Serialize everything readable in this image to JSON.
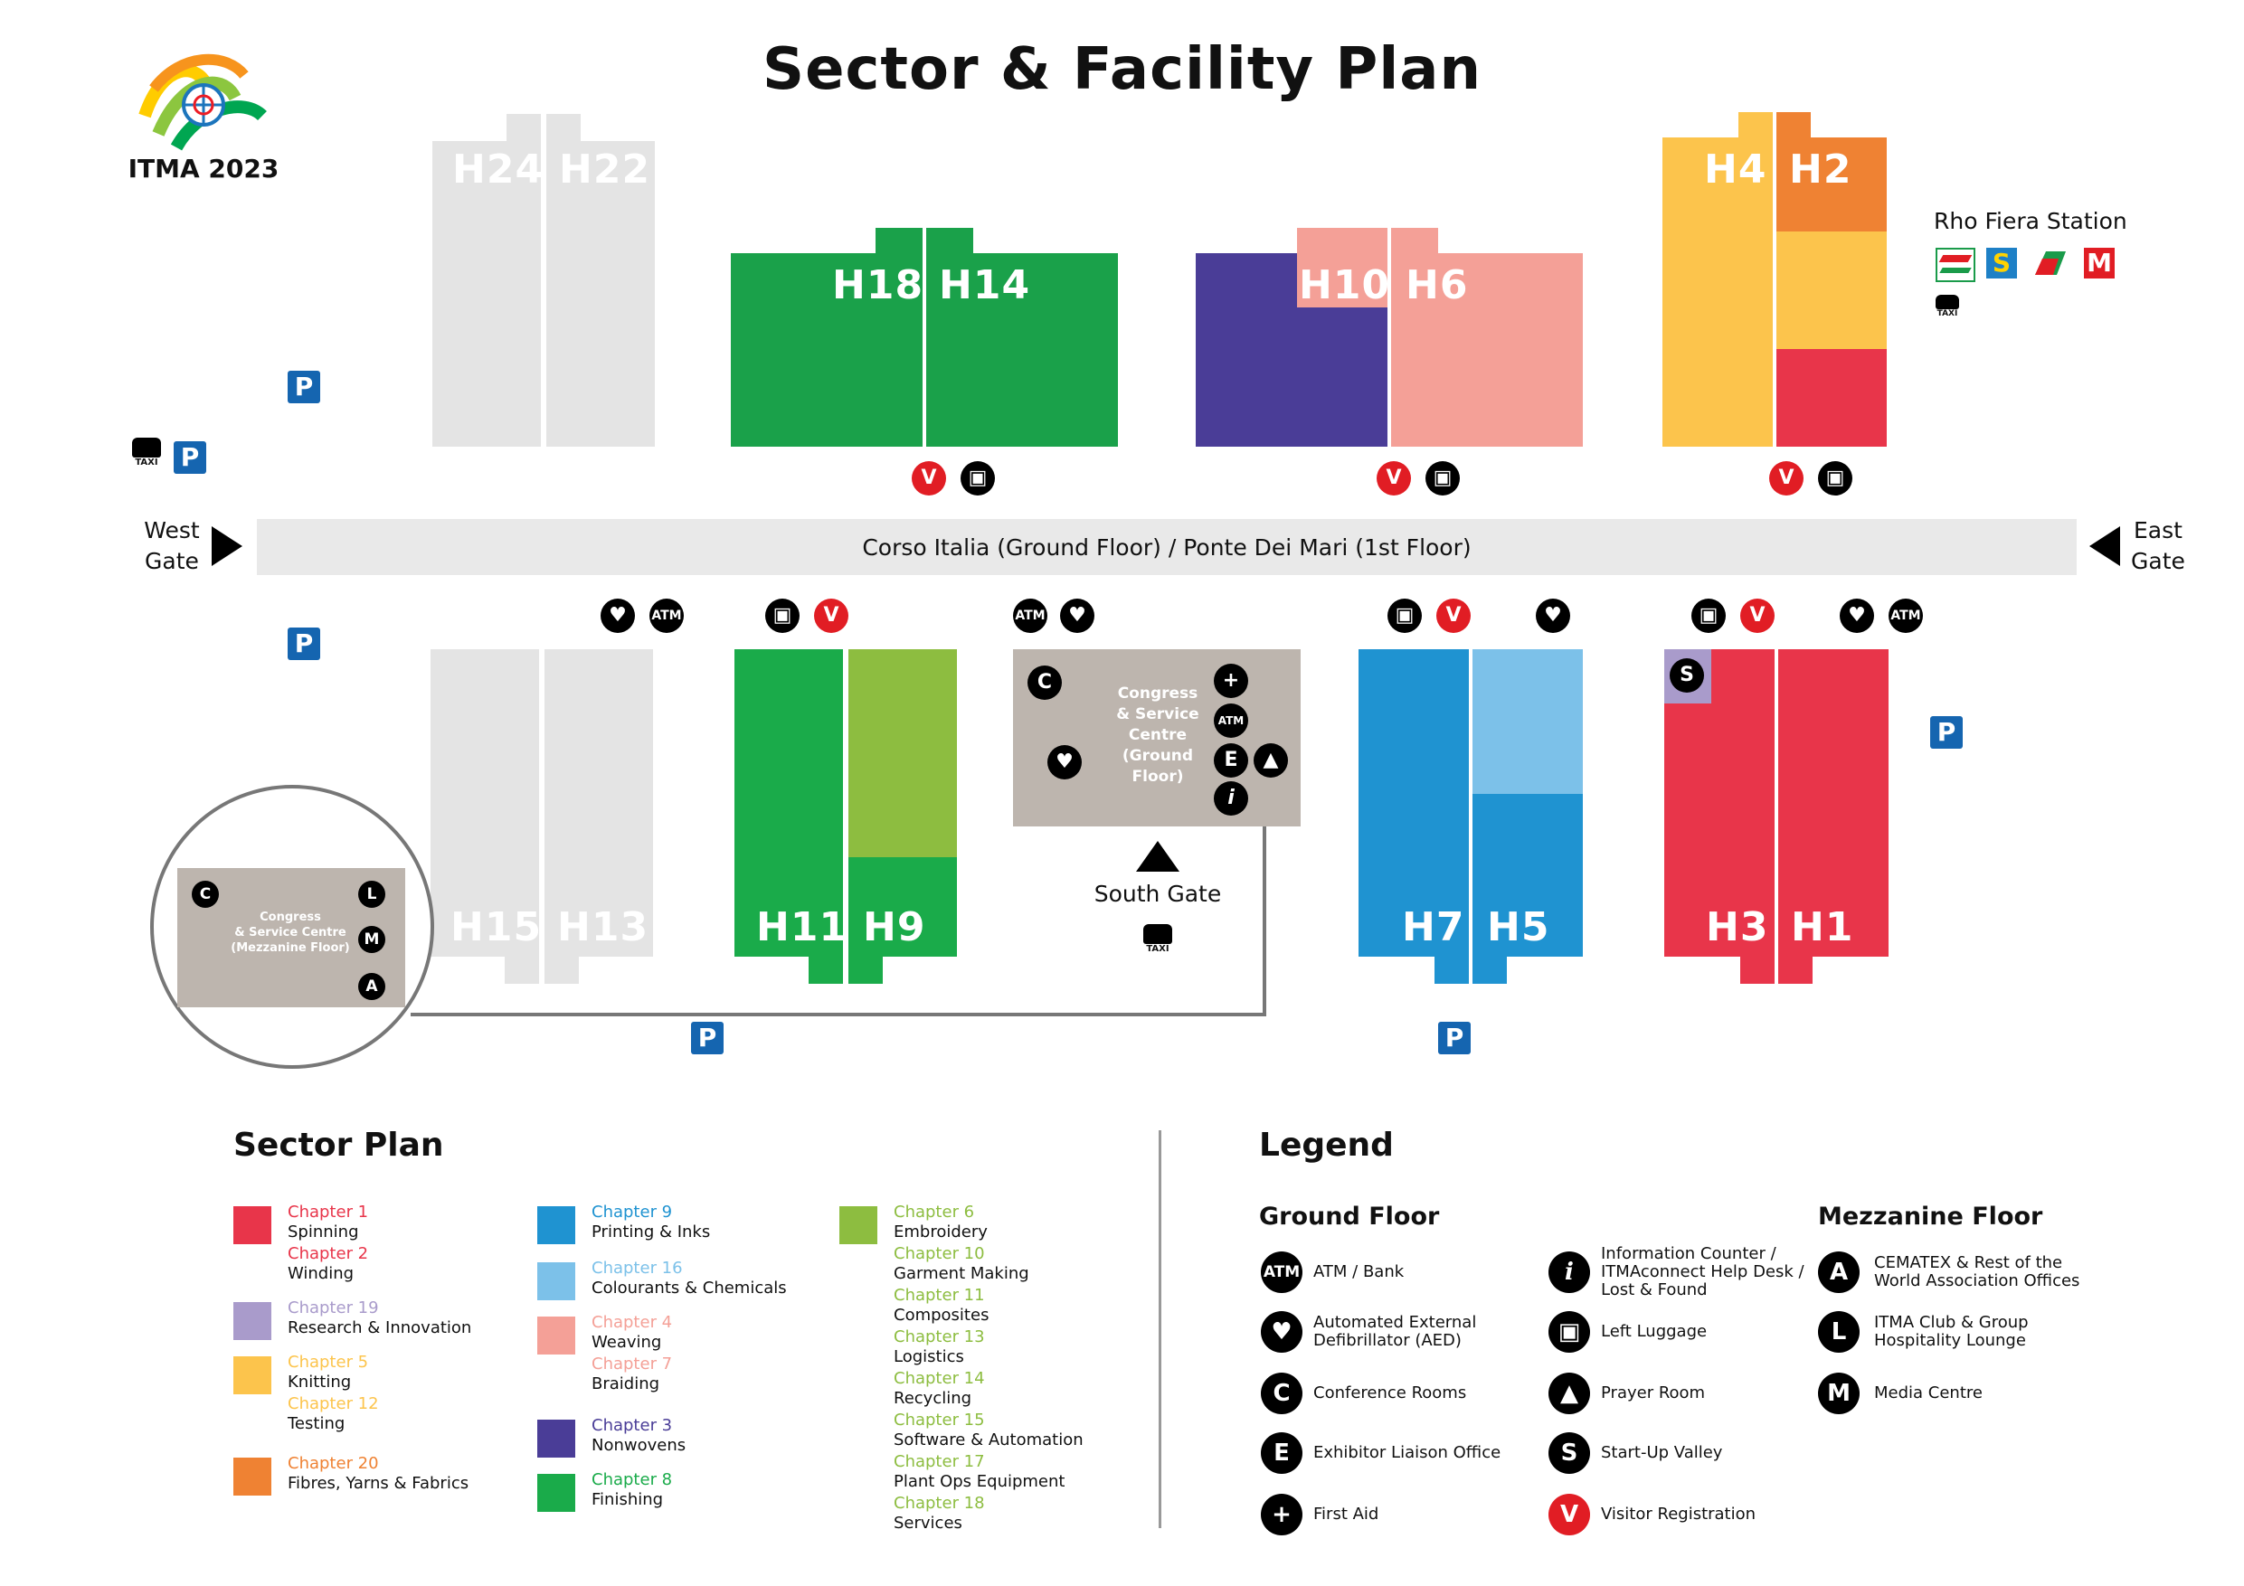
{
  "page": {
    "title": "Sector & Facility Plan"
  },
  "logo": {
    "text": "ITMA 2023"
  },
  "colors": {
    "spinning_red": "#e8354a",
    "research_purple": "#a99bcb",
    "knitting_yellow": "#fcc44c",
    "fibres_orange": "#ef8233",
    "printing_blue": "#1f93d1",
    "colourants_lightblue": "#7cc1e9",
    "weaving_pink": "#f4a097",
    "nonwovens_indigo": "#4a3d97",
    "finishing_green": "#1aab4a",
    "embroidery_lime": "#8dbd40",
    "neutral_grey": "#e4e4e4",
    "congress_taupe": "#bdb5ae",
    "parking_blue": "#1565b0",
    "registration_red": "#e11d24"
  },
  "halls": {
    "h24": "H24",
    "h22": "H22",
    "h18": "H18",
    "h14": "H14",
    "h10": "H10",
    "h6": "H6",
    "h4": "H4",
    "h2": "H2",
    "h15": "H15",
    "h13": "H13",
    "h11": "H11",
    "h9": "H9",
    "h7": "H7",
    "h5": "H5",
    "h3": "H3",
    "h1": "H1"
  },
  "road": {
    "label": "Corso Italia (Ground Floor)   /   Pont​e Dei Mari (1st Floor)"
  },
  "gates": {
    "west_line1": "West",
    "west_line2": "Gate",
    "east_line1": "East",
    "east_line2": "Gate",
    "south": "South Gate"
  },
  "station": {
    "label": "Rho Fiera Station",
    "icons": [
      "train-icon",
      "suburban-s-icon",
      "passante-icon",
      "metro-m-icon"
    ]
  },
  "congress": {
    "ground_lines": [
      "Congress",
      "& Service",
      "Centre",
      "(Ground",
      "Floor)"
    ],
    "mezz_lines": [
      "Congress",
      "& Service Centre",
      "(Mezzanine Floor)"
    ]
  },
  "icons": {
    "parking": "P",
    "visitor_reg": "V",
    "atm": "ATM",
    "conference": "C",
    "exhibitor": "E",
    "info": "i",
    "first_aid": "+",
    "startup": "S",
    "club": "L",
    "media": "M",
    "cematex": "A",
    "taxi": "TAXI"
  },
  "sector_plan": {
    "heading": "Sector Plan",
    "col1": [
      {
        "chapter": "Chapter 1",
        "desc": "Spinning",
        "color": "#e8354a"
      },
      {
        "chapter": "Chapter 2",
        "desc": "Winding",
        "color": "#e8354a"
      },
      {
        "chapter": "Chapter 19",
        "desc": "Research & Innovation",
        "color": "#a99bcb"
      },
      {
        "chapter": "Chapter 5",
        "desc": "Knitting",
        "color": "#fcc44c"
      },
      {
        "chapter": "Chapter 12",
        "desc": "Testing",
        "color": "#fcc44c"
      },
      {
        "chapter": "Chapter 20",
        "desc": "Fibres, Yarns & Fabrics",
        "color": "#ef8233"
      }
    ],
    "col2": [
      {
        "chapter": "Chapter 9",
        "desc": "Printing & Inks",
        "color": "#1f93d1"
      },
      {
        "chapter": "Chapter 16",
        "desc": "Colourants & Chemicals",
        "color": "#7cc1e9"
      },
      {
        "chapter": "Chapter 4",
        "desc": "Weaving",
        "color": "#f4a097"
      },
      {
        "chapter": "Chapter 7",
        "desc": "Braiding",
        "color": "#f4a097"
      },
      {
        "chapter": "Chapter 3",
        "desc": "Nonwovens",
        "color": "#4a3d97"
      },
      {
        "chapter": "Chapter 8",
        "desc": "Finishing",
        "color": "#1aab4a"
      }
    ],
    "col3": [
      {
        "chapter": "Chapter 6",
        "desc": "Embroidery",
        "color": "#8dbd40"
      },
      {
        "chapter": "Chapter 10",
        "desc": "Garment Making",
        "color": "#8dbd40"
      },
      {
        "chapter": "Chapter 11",
        "desc": "Composites",
        "color": "#8dbd40"
      },
      {
        "chapter": "Chapter 13",
        "desc": "Logistics",
        "color": "#8dbd40"
      },
      {
        "chapter": "Chapter 14",
        "desc": "Recycling",
        "color": "#8dbd40"
      },
      {
        "chapter": "Chapter 15",
        "desc": "Software & Automation",
        "color": "#8dbd40"
      },
      {
        "chapter": "Chapter 17",
        "desc": "Plant Ops Equipment",
        "color": "#8dbd40"
      },
      {
        "chapter": "Chapter 18",
        "desc": "Services",
        "color": "#8dbd40"
      }
    ]
  },
  "legend": {
    "heading": "Legend",
    "ground_heading": "Ground Floor",
    "mezz_heading": "Mezzanine Floor",
    "ground_col1": [
      {
        "glyph": "ATM",
        "name": "atm-icon",
        "lines": [
          "ATM / Bank"
        ]
      },
      {
        "glyph": "♥",
        "name": "aed-icon",
        "lines": [
          "Automated External",
          "Defibrillator (AED)"
        ]
      },
      {
        "glyph": "C",
        "name": "conference-icon",
        "lines": [
          "Conference Rooms"
        ]
      },
      {
        "glyph": "E",
        "name": "exhibitor-liaison-icon",
        "lines": [
          "Exhibitor Liaison Office"
        ]
      },
      {
        "glyph": "+",
        "name": "first-aid-icon",
        "lines": [
          "First Aid"
        ]
      }
    ],
    "ground_col2": [
      {
        "glyph": "i",
        "name": "info-icon",
        "lines": [
          "Information Counter /",
          "ITMAconnect Help Desk /",
          "Lost & Found"
        ]
      },
      {
        "glyph": "▣",
        "name": "luggage-icon",
        "lines": [
          "Left Luggage"
        ]
      },
      {
        "glyph": "▲",
        "name": "prayer-icon",
        "lines": [
          "Prayer Room"
        ]
      },
      {
        "glyph": "S",
        "name": "startup-icon",
        "lines": [
          "Start-Up Valley"
        ]
      },
      {
        "glyph": "V",
        "name": "visitor-registration-icon",
        "lines": [
          "Visitor Registration"
        ],
        "red": true
      }
    ],
    "mezz_col": [
      {
        "glyph": "A",
        "name": "cematex-icon",
        "lines": [
          "CEMATEX & Rest of the",
          "World Association Offices"
        ]
      },
      {
        "glyph": "L",
        "name": "club-lounge-icon",
        "lines": [
          "ITMA Club & Group",
          "Hospitality Lounge"
        ]
      },
      {
        "glyph": "M",
        "name": "media-centre-icon",
        "lines": [
          "Media Centre"
        ]
      }
    ]
  }
}
